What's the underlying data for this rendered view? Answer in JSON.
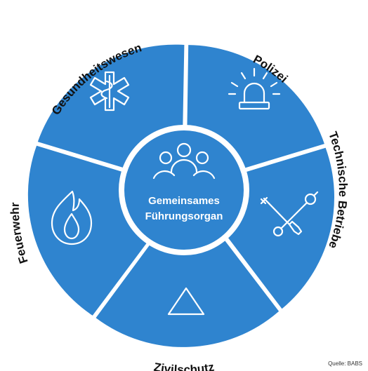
{
  "center": {
    "line1": "Gemeinsames",
    "line2": "Führungsorgan",
    "icon": "group-icon"
  },
  "segments": [
    {
      "label": "Polizei",
      "icon": "police-beacon-icon"
    },
    {
      "label": "Technische Betriebe",
      "icon": "wrench-screwdriver-icon"
    },
    {
      "label": "Zivilschutz",
      "icon": "triangle-icon"
    },
    {
      "label": "Feuerwehr",
      "icon": "flame-icon"
    },
    {
      "label": "Gesundheitswesen",
      "icon": "star-of-life-icon"
    }
  ],
  "source": "Quelle: BABS",
  "colors": {
    "segment": "#2f84cf",
    "separator": "#ffffff",
    "label": "#111111"
  }
}
